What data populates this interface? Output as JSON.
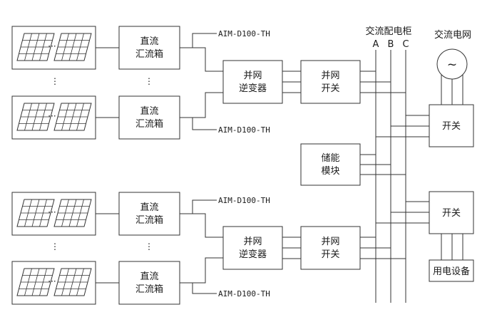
{
  "labels": {
    "combiner": [
      "直流",
      "汇流箱"
    ],
    "monitor": "AIM-D100-TH",
    "inverter": [
      "并网",
      "逆变器"
    ],
    "switch_pair": [
      "并网",
      "开关"
    ],
    "storage": [
      "储能",
      "模块"
    ],
    "cabinet_title": "交流配电柜",
    "phase_a": "A",
    "phase_b": "B",
    "phase_c": "C",
    "grid_title": "交流电网",
    "grid_symbol": "~",
    "switch": "开关",
    "load": "用电设备",
    "ellipsis_h": "···",
    "ellipsis_v": "⋮"
  }
}
